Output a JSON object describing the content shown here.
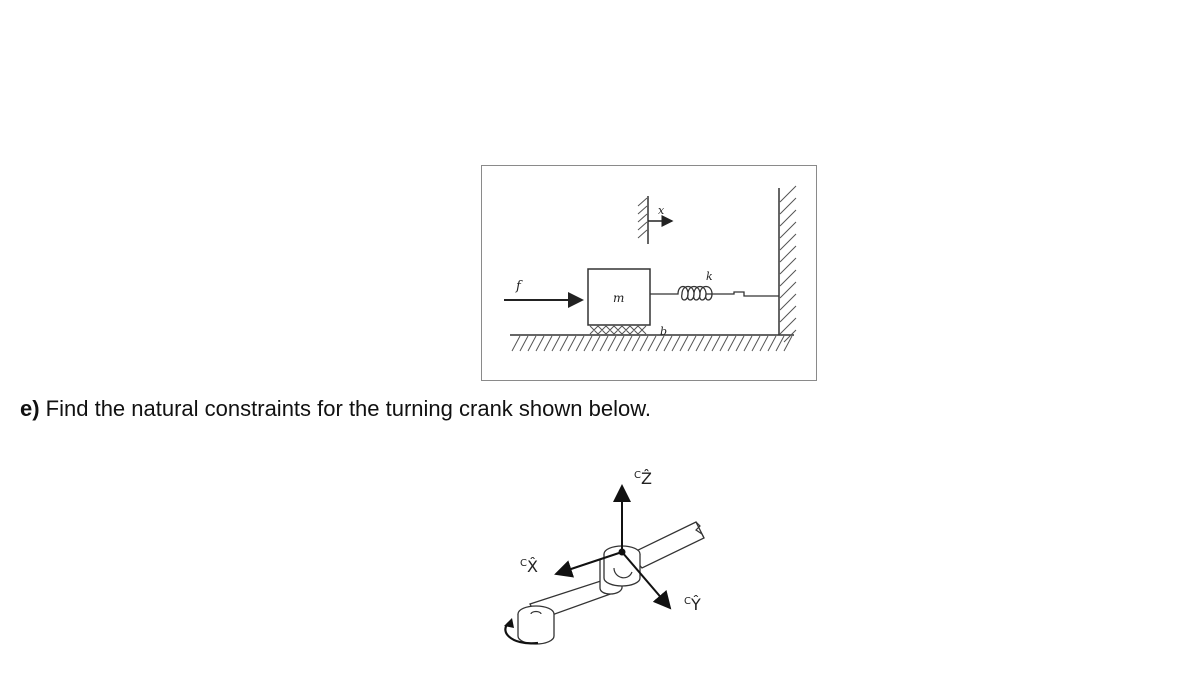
{
  "figure_mass_spring": {
    "force_label": "f",
    "mass_label": "m",
    "spring_label": "k",
    "damper_label": "b",
    "position_label": "x"
  },
  "question": {
    "prefix": "e)",
    "text": " Find the natural constraints for the turning crank shown below."
  },
  "figure_crank": {
    "axis_z_label": "Ẑ",
    "axis_x_label": "X̂",
    "axis_y_label": "Ŷ",
    "frame_prefix": "C"
  }
}
